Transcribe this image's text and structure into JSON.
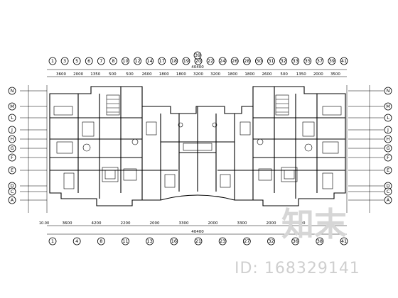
{
  "drawing": {
    "top_axis_labels": [
      "1",
      "3",
      "5",
      "6",
      "7",
      "8",
      "10",
      "12",
      "14",
      "17",
      "18",
      "19",
      "20",
      "22",
      "24",
      "26",
      "28",
      "30",
      "31",
      "32",
      "33",
      "35",
      "37",
      "39",
      "41"
    ],
    "top_center_axis": "39",
    "top_dimensions": [
      "3600",
      "2000",
      "1350",
      "500",
      "500",
      "2600",
      "1800",
      "1800",
      "3200",
      "3200",
      "1800",
      "1800",
      "2600",
      "500",
      "1350",
      "2000",
      "3500"
    ],
    "top_total": "40400",
    "bottom_dimensions": [
      "3600",
      "4200",
      "2200",
      "2000",
      "3300",
      "2000",
      "3300",
      "2000",
      "2200",
      "4200"
    ],
    "bottom_total": "40400",
    "bottom_left_dim": "10.00",
    "bottom_axis_labels": [
      "1",
      "4",
      "8",
      "11",
      "13",
      "16",
      "21",
      "23",
      "27",
      "32",
      "36",
      "38",
      "41"
    ],
    "left_axis_labels": [
      "N",
      "M",
      "L",
      "J",
      "H",
      "G",
      "F",
      "E",
      "D",
      "C",
      "A"
    ],
    "right_axis_labels": [
      "N",
      "M",
      "L",
      "J",
      "H",
      "G",
      "F",
      "E",
      "D",
      "C",
      "A"
    ],
    "line_color": "#000000"
  },
  "watermark": {
    "logo_text": "知末",
    "id_text": "ID: 168329141"
  }
}
